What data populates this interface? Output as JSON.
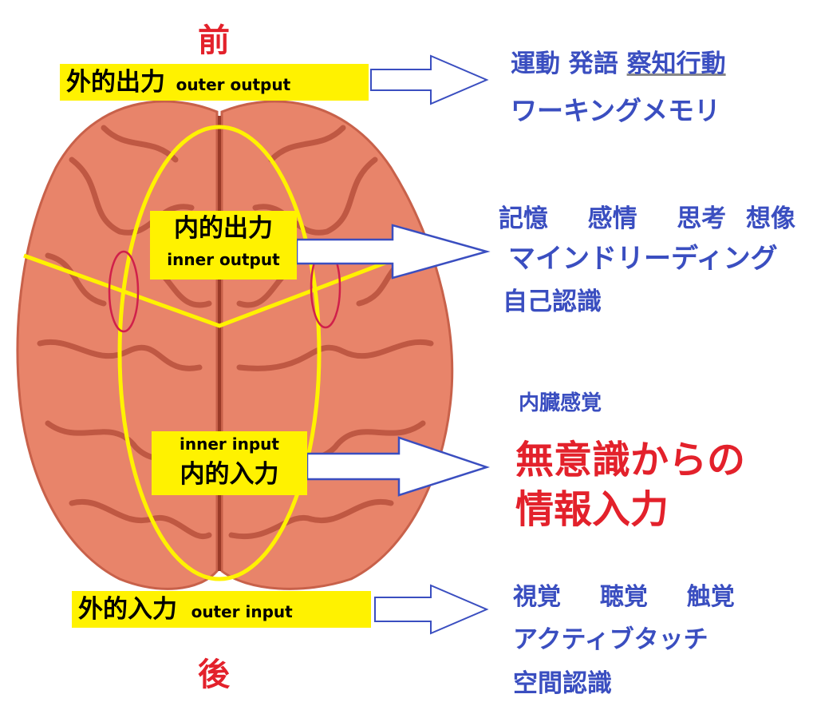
{
  "labels": {
    "front": "前",
    "back": "後",
    "outer_output": {
      "jp": "外的出力",
      "en": "outer output"
    },
    "inner_output": {
      "jp": "内的出力",
      "en": "inner output"
    },
    "inner_input": {
      "jp": "内的入力",
      "en": "inner input"
    },
    "outer_input": {
      "jp": "外的入力",
      "en": "outer input"
    }
  },
  "outer_output_items": {
    "line1": [
      "運動",
      "発語",
      "察知行動"
    ],
    "line2": "ワーキングメモリ"
  },
  "inner_output_items": {
    "line1": [
      "記憶",
      "感情",
      "思考",
      "想像"
    ],
    "line2": "マインドリーディング",
    "line3": "自己認識"
  },
  "inner_input_items": {
    "small": "内臓感覚",
    "big1": "無意識からの",
    "big2": "情報入力"
  },
  "outer_input_items": {
    "line1": [
      "視覚",
      "聴覚",
      "触覚"
    ],
    "line2": "アクティブタッチ",
    "line3": "空間認識"
  },
  "colors": {
    "blue": "#3a4ec0",
    "red": "#e3212b",
    "yellow": "#fff200",
    "brain": "#e8846a"
  }
}
